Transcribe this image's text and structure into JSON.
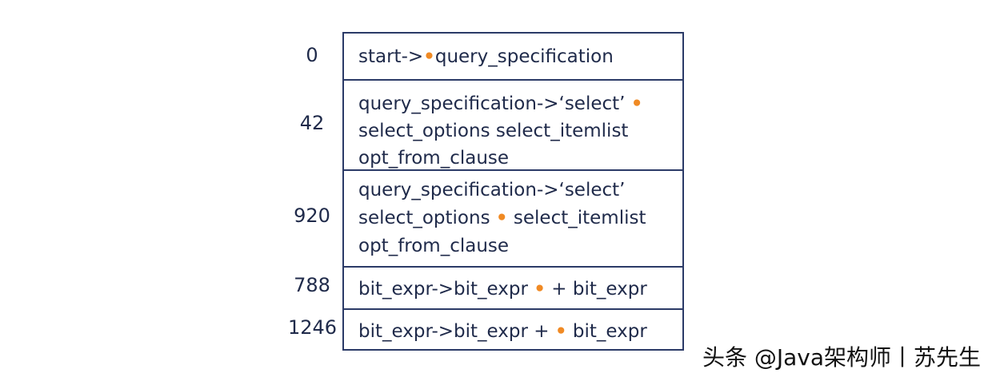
{
  "rows": [
    {
      "state": "0",
      "lines": [
        [
          "start->",
          "•",
          "query_specification"
        ]
      ]
    },
    {
      "state": "42",
      "lines": [
        [
          "query_specification->‘select’ ",
          "•",
          ""
        ],
        [
          "select_options select_itemlist",
          "",
          ""
        ],
        [
          "opt_from_clause",
          "",
          ""
        ]
      ]
    },
    {
      "state": "920",
      "lines": [
        [
          "query_specification->‘select’",
          "",
          ""
        ],
        [
          "select_options ",
          "•",
          " select_itemlist"
        ],
        [
          "opt_from_clause",
          "",
          ""
        ]
      ]
    },
    {
      "state": "788",
      "lines": [
        [
          "bit_expr->bit_expr ",
          "•",
          " + bit_expr"
        ]
      ]
    },
    {
      "state": "1246",
      "lines": [
        [
          "bit_expr->bit_expr + ",
          "•",
          " bit_expr"
        ]
      ]
    }
  ],
  "watermark": "头条 @Java架构师丨苏先生",
  "colors": {
    "border": "#2b3a67",
    "text": "#1f2a4a",
    "dot": "#f08a24"
  }
}
